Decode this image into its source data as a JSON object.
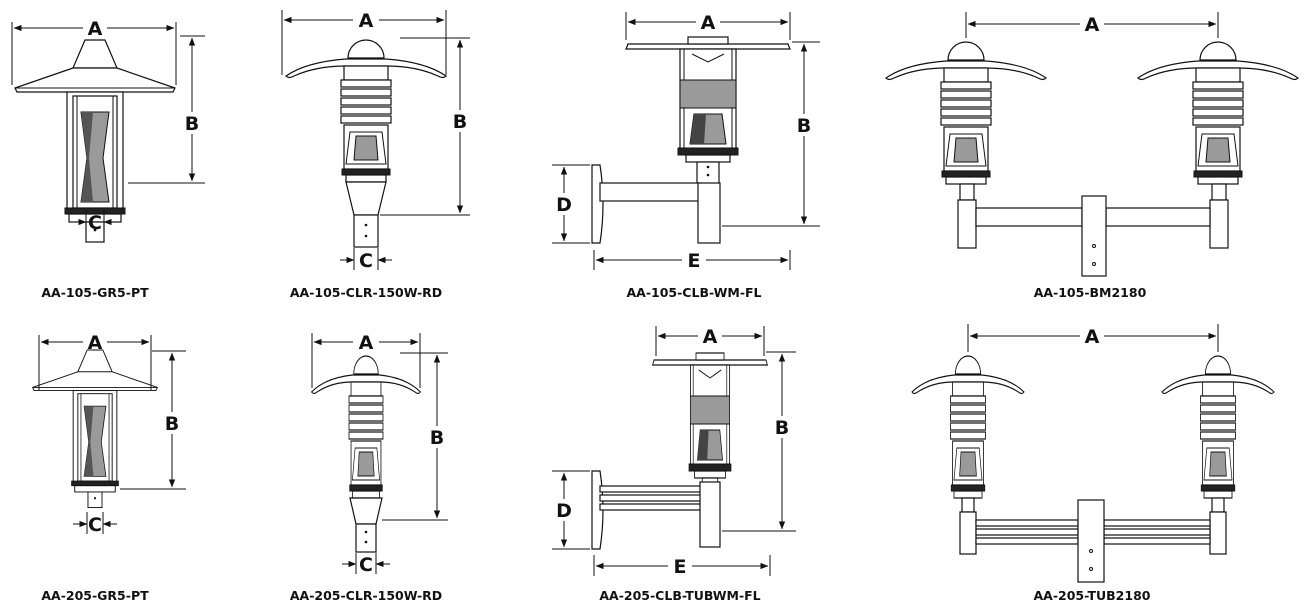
{
  "labels": {
    "a": "A",
    "b": "B",
    "c": "C",
    "d": "D",
    "e": "E"
  },
  "captions": [
    "AA-105-GR5-PT",
    "AA-105-CLR-150W-RD",
    "AA-105-CLB-WM-FL",
    "AA-105-BM2180",
    "AA-205-GR5-PT",
    "AA-205-CLR-150W-RD",
    "AA-205-CLB-TUBWM-FL",
    "AA-205-TUB2180"
  ]
}
